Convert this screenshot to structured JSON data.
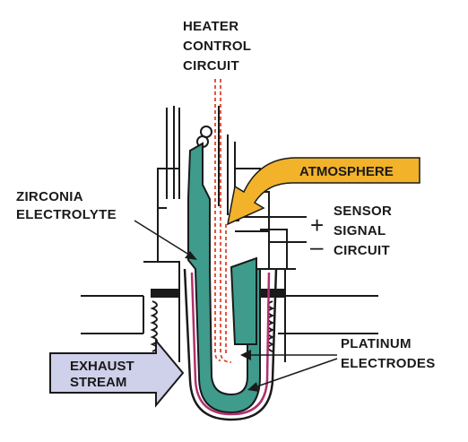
{
  "labels": {
    "heater_line1": "HEATER",
    "heater_line2": "CONTROL",
    "heater_line3": "CIRCUIT",
    "atmosphere": "ATMOSPHERE",
    "zirconia_line1": "ZIRCONIA",
    "zirconia_line2": "ELECTROLYTE",
    "sensor_line1": "SENSOR",
    "sensor_line2": "SIGNAL",
    "sensor_line3": "CIRCUIT",
    "plus_sign": "+",
    "minus_sign": "–",
    "platinum_line1": "PLATINUM",
    "platinum_line2": "ELECTRODES",
    "exhaust_line1": "EXHAUST",
    "exhaust_line2": "STREAM"
  },
  "colors": {
    "zirconia": "#3f9b8c",
    "heater_wire": "#e0442c",
    "atmosphere_arrow": "#f2b22a",
    "exhaust_arrow": "#cfd0ea",
    "electrode": "#b0306e",
    "outline": "#1a1a1a"
  }
}
